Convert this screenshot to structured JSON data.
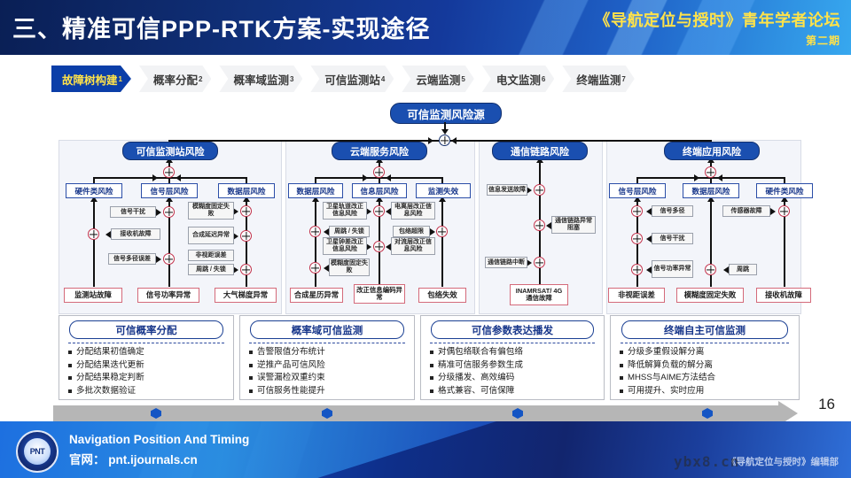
{
  "header": {
    "title": "三、精准可信PPP-RTK方案-实现途径",
    "sub1": "《导航定位与授时》青年学者论坛",
    "sub2": "第二期"
  },
  "tabs": [
    {
      "label": "故障树构建",
      "sup": "1",
      "active": true
    },
    {
      "label": "概率分配",
      "sup": "2",
      "active": false
    },
    {
      "label": "概率域监测",
      "sup": "3",
      "active": false
    },
    {
      "label": "可信监测站",
      "sup": "4",
      "active": false
    },
    {
      "label": "云端监测",
      "sup": "5",
      "active": false
    },
    {
      "label": "电文监测",
      "sup": "6",
      "active": false
    },
    {
      "label": "终端监测",
      "sup": "7",
      "active": false
    }
  ],
  "diagram": {
    "root": "可信监测风险源",
    "branch1": {
      "head": "可信监测站风险",
      "lvl2": [
        "硬件类风险",
        "信号层风险",
        "数据层风险"
      ],
      "leaves_col1": [
        "接收机故障"
      ],
      "leaves_col2": [
        "信号干扰",
        "信号多径误差"
      ],
      "leaves_col3": [
        "模糊度固定失败",
        "合成延迟异常",
        "非视距误差",
        "周跳 / 失锁"
      ],
      "base": [
        "监测站故障",
        "信号功率异常",
        "大气梯度异常"
      ]
    },
    "branch2": {
      "head": "云端服务风险",
      "lvl2": [
        "数据层风险",
        "信息层风险",
        "监测失效"
      ],
      "leaves_col1": [
        "周跳 / 失锁",
        "模糊度固定失败"
      ],
      "leaves_col2": [
        "卫星轨道改正信息风险",
        "卫星钟差改正信息风险"
      ],
      "leaves_col3": [
        "电离层改正信息风险",
        "对流层改正信息风险"
      ],
      "leaves_col4": [
        "包络超限"
      ],
      "base": [
        "合成星历异常",
        "改正信息编码异常",
        "包络失效"
      ]
    },
    "branch3": {
      "head": "通信链路风险",
      "leaves_left": [
        "信息发送故障",
        "通信链路中断"
      ],
      "leaves_right": [
        "通信链路异常阻塞"
      ],
      "base": [
        "INAMRSAT/ 4G 通信故障"
      ]
    },
    "branch4": {
      "head": "终端应用风险",
      "lvl2": [
        "信号层风险",
        "数据层风险",
        "硬件类风险"
      ],
      "leaves_col1": [
        "信号多径",
        "信号干扰",
        "信号功率异常"
      ],
      "leaves_col2": [
        "周跳"
      ],
      "leaves_col3": [
        "传感器故障"
      ],
      "base": [
        "非视距误差",
        "模糊度固定失败",
        "接收机故障"
      ]
    }
  },
  "panels": [
    {
      "title": "可信概率分配",
      "items": [
        "分配结果初值确定",
        "分配结果迭代更新",
        "分配结果稳定判断",
        "多批次数据验证"
      ]
    },
    {
      "title": "概率域可信监测",
      "items": [
        "告警限值分布统计",
        "逆推产品可信风险",
        "误警漏检双重约束",
        "可信服务性能提升"
      ]
    },
    {
      "title": "可信参数表达播发",
      "items": [
        "对偶包络联合有偏包络",
        "精准可信服务参数生成",
        "分级播发、高效编码",
        "格式兼容、可信保障"
      ]
    },
    {
      "title": "终端自主可信监测",
      "items": [
        "分级多重假设解分离",
        "降低解算负载的解分离",
        "MHSS与AIME方法结合",
        "可用提升、实时应用"
      ]
    }
  ],
  "page_number": "16",
  "footer": {
    "logo_text": "PNT",
    "line1": "Navigation Position And Timing",
    "line2": "官网： pnt.ijournals.cn",
    "right": "《导航定位与授时》编辑部"
  },
  "watermark": "ybx8.cn",
  "colors": {
    "brand_blue": "#1a4fb0",
    "accent_yellow": "#ffe24a",
    "panel_bg": "#f3f5fa",
    "gate_red": "#c0304a"
  }
}
